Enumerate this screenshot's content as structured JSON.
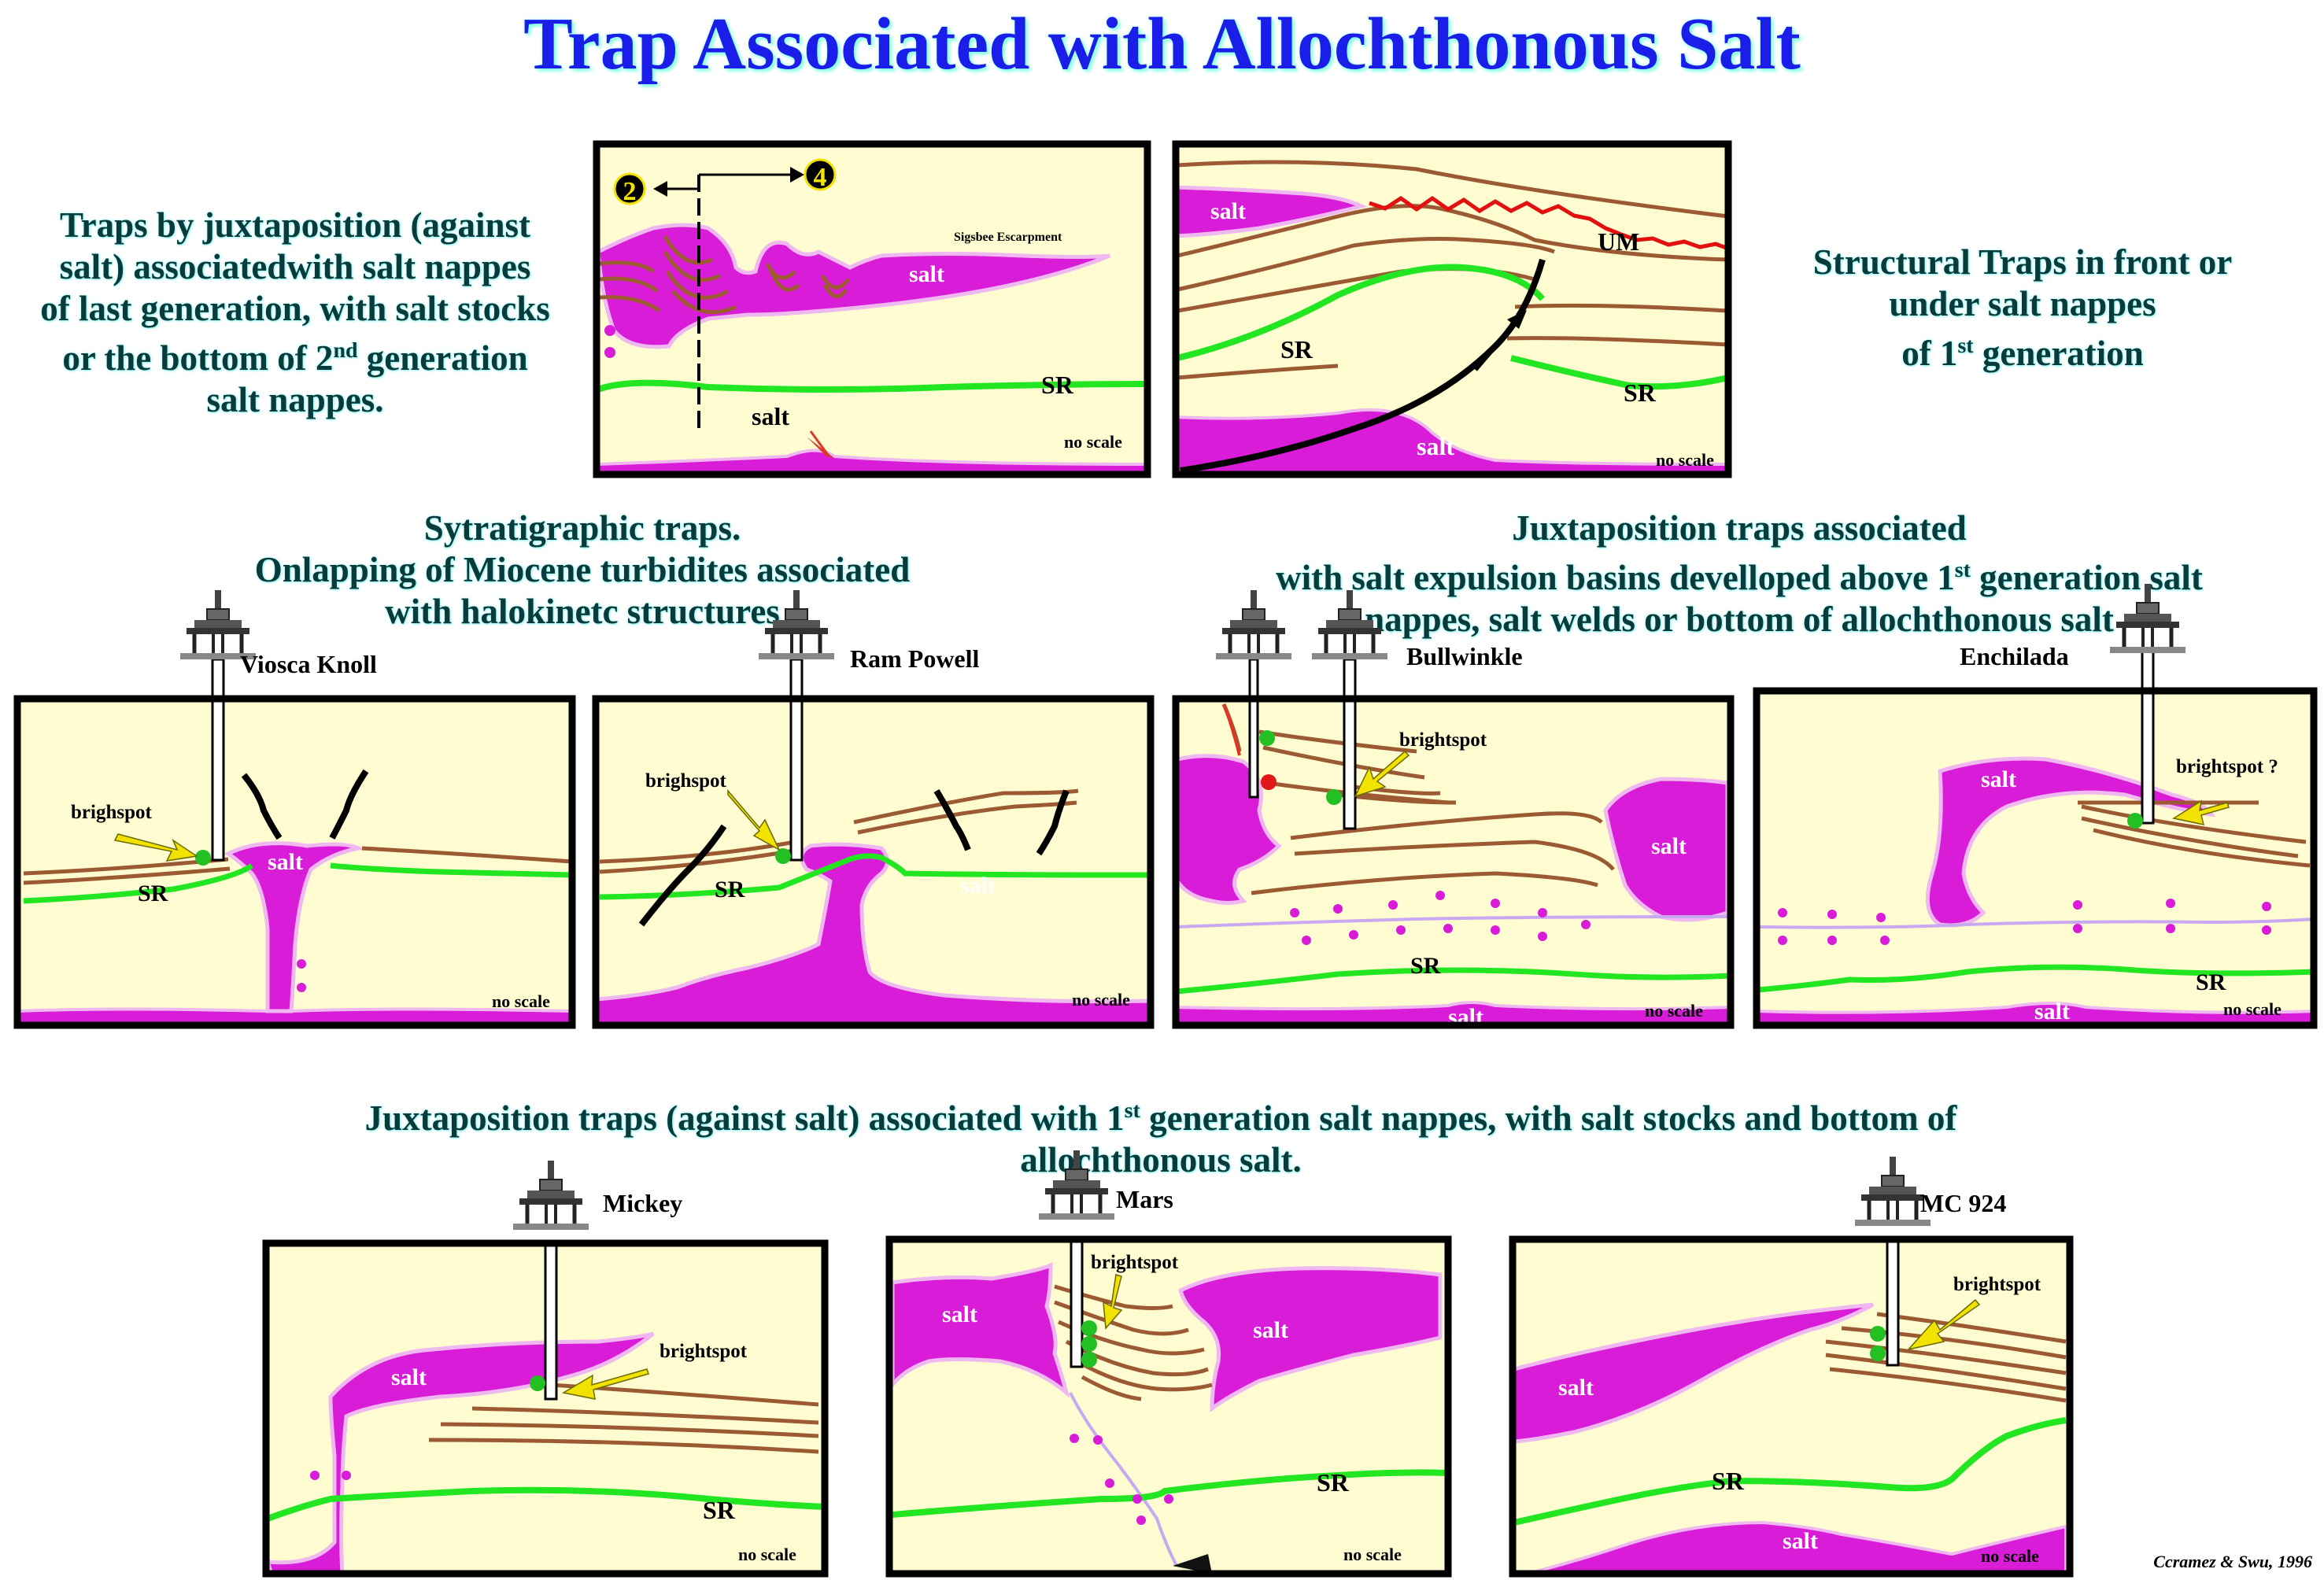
{
  "title": "Trap Associated with Allochthonous Salt",
  "credit": "Ccramez & Swu, 1996",
  "colors": {
    "background": "#fffcd2",
    "salt": "#d81cd8",
    "saltRim": "#f0b8f0",
    "source": "#22e622",
    "strata": "#9c5a32",
    "border": "#000000",
    "brightspot": "#f2e200",
    "title": "#1a1ee8"
  },
  "captions": {
    "top_left": [
      "Traps  by juxtaposition (against",
      "salt)  associatedwith salt nappes",
      "of last generation, with salt stocks",
      "or the bottom of 2nd generation",
      "salt nappes."
    ],
    "top_right": [
      "Structural Traps in front or",
      "under salt nappes",
      "of 1st generation"
    ],
    "middle_left": [
      "Sytratigraphic traps.",
      "Onlapping of Miocene turbidites associated",
      "with halokinetc structures"
    ],
    "middle_right": [
      "Juxtaposition traps associated",
      "with salt expulsion basins develloped above 1st generation salt",
      "nappes, salt welds or bottom of allochthonous salt"
    ],
    "bottom": [
      "Juxtaposition traps  (against salt) associated with 1st generation salt nappes, with salt stocks and bottom of",
      "allochthonous salt."
    ]
  },
  "labels": {
    "salt": "salt",
    "sr": "SR",
    "no_scale": "no scale",
    "um": "UM",
    "sigsbee": "Sigsbee Escarpment",
    "brighspot": "brighspot",
    "brightspot": "brightspot",
    "brightspot_q": "brightspot ?",
    "marker_2": "2",
    "marker_4": "4"
  },
  "fields": {
    "viosca_knoll": "Viosca Knoll",
    "ram_powell": "Ram Powell",
    "bullwinkle": "Bullwinkle",
    "enchilada": "Enchilada",
    "mickey": "Mickey",
    "mars": "Mars",
    "mc924": "MC 924"
  }
}
